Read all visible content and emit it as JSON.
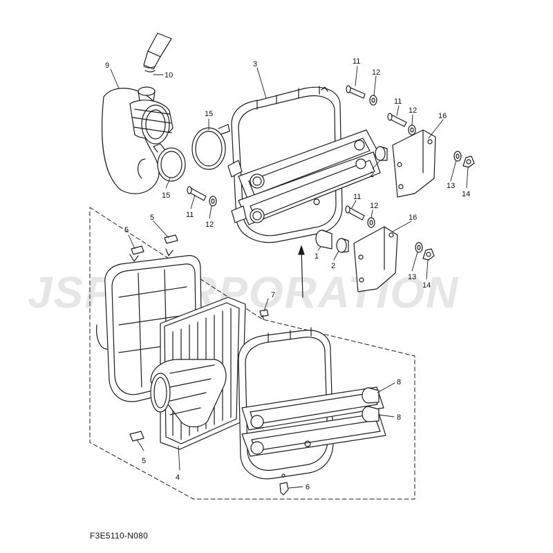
{
  "diagram": {
    "part_labels": [
      "1",
      "2",
      "3",
      "4",
      "5",
      "6",
      "7",
      "8",
      "9",
      "10",
      "11",
      "12",
      "13",
      "14",
      "15",
      "16"
    ],
    "code": "F3E5110-N080",
    "watermark": "JSPCORPORATION"
  }
}
